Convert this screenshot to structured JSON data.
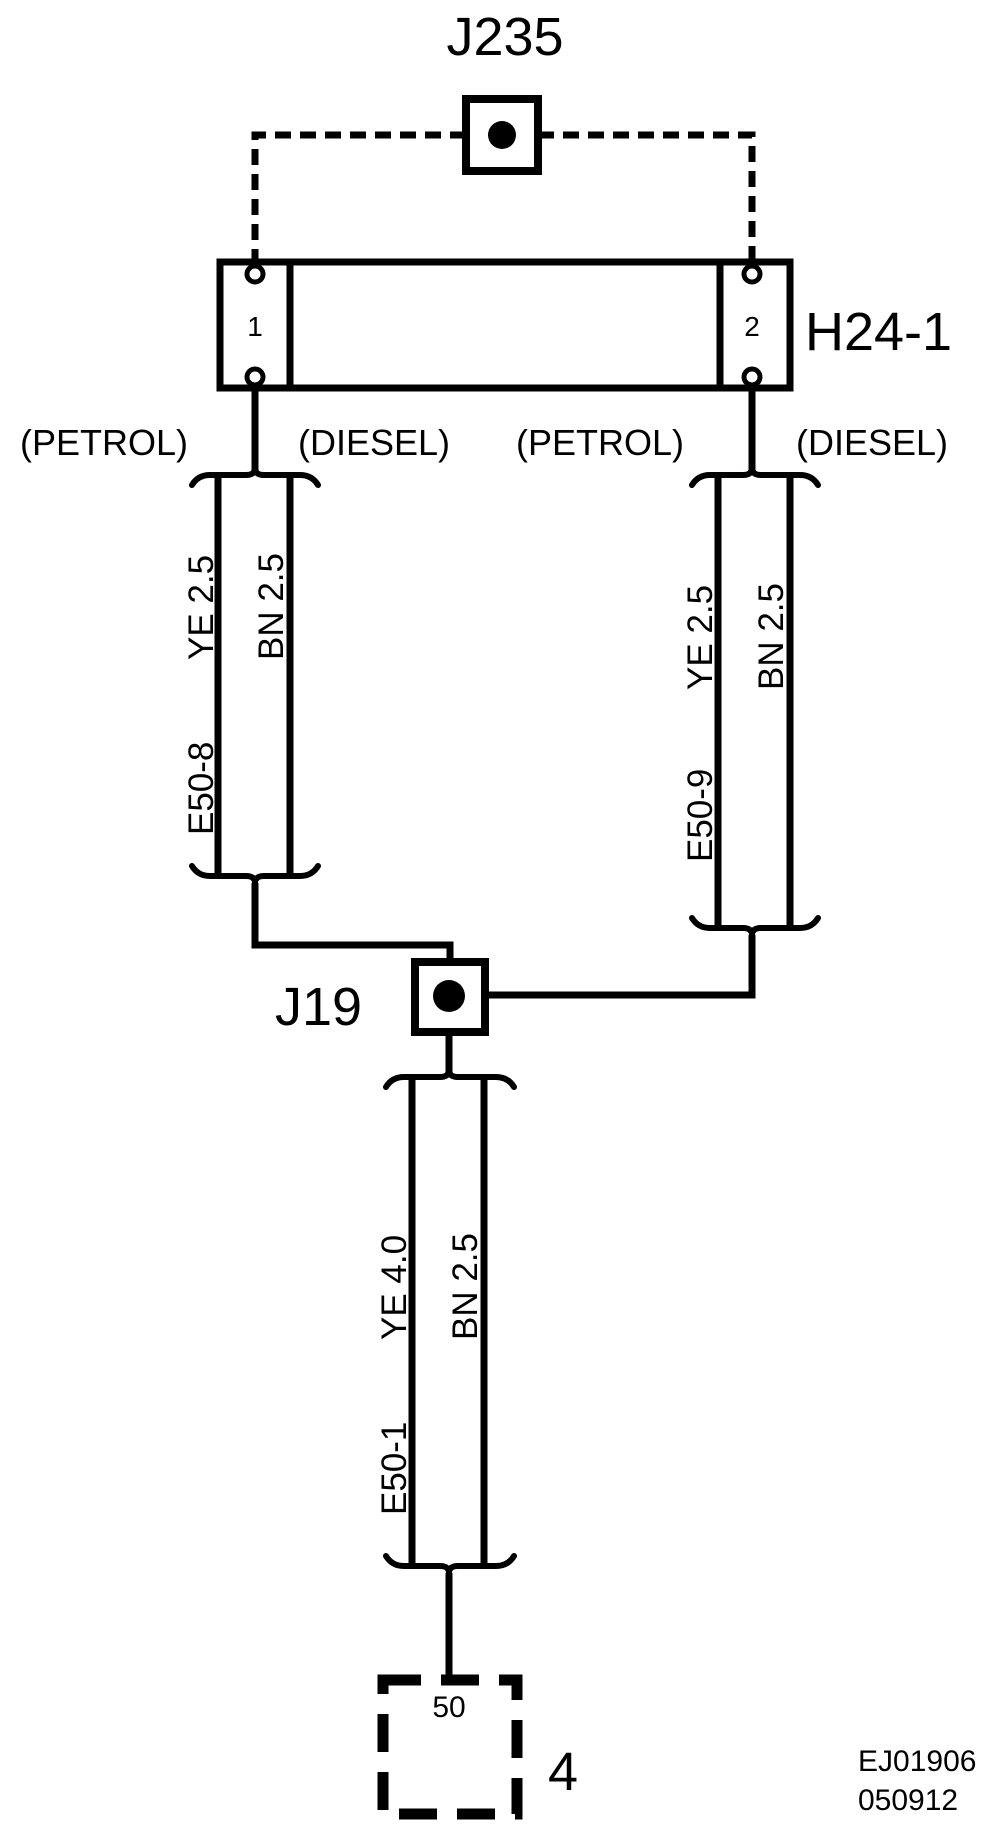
{
  "splices": {
    "top": "J235",
    "middle": "J19"
  },
  "connector": {
    "name": "H24-1",
    "pin1": "1",
    "pin2": "2"
  },
  "options": {
    "left_petrol": "(PETROL)",
    "left_diesel": "(DIESEL)",
    "right_petrol": "(PETROL)",
    "right_diesel": "(DIESEL)"
  },
  "wires": {
    "left": {
      "petrol": "YE  2.5",
      "diesel": "BN  2.5",
      "harness": "E50-8"
    },
    "right": {
      "petrol": "YE  2.5",
      "diesel": "BN  2.5",
      "harness": "E50-9"
    },
    "bottom": {
      "petrol": "YE  4.0",
      "diesel": "BN  2.5",
      "harness": "E50-1"
    }
  },
  "component": {
    "pin": "50",
    "number": "4"
  },
  "reference": {
    "code": "EJ01906",
    "date": "050912"
  }
}
